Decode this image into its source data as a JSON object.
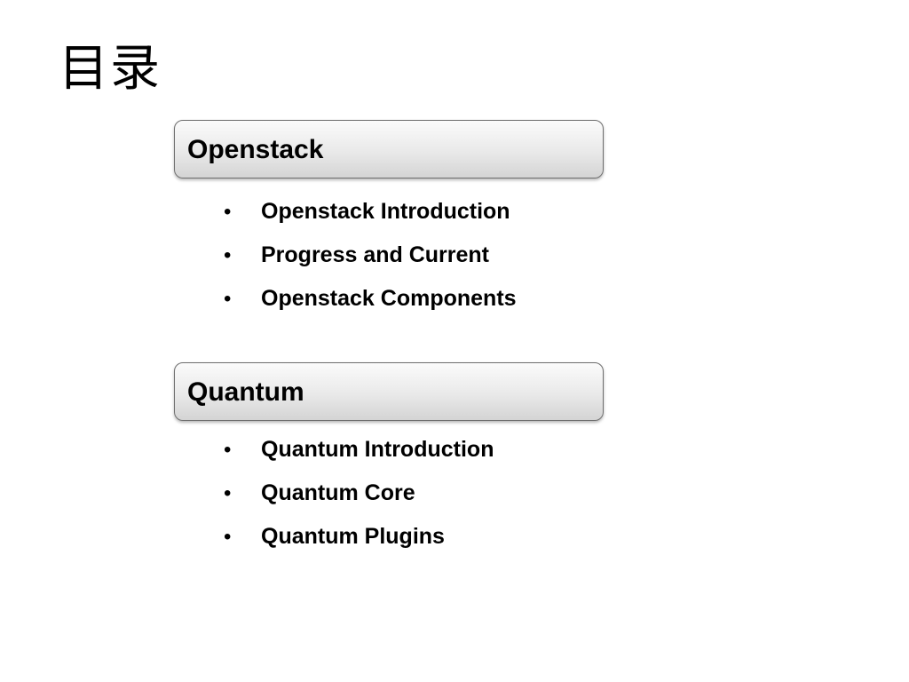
{
  "slide": {
    "title": "目录",
    "sections": [
      {
        "heading": "Openstack",
        "items": [
          "Openstack Introduction",
          "Progress and Current",
          "Openstack Components"
        ]
      },
      {
        "heading": "Quantum",
        "items": [
          "Quantum Introduction",
          "Quantum Core",
          "Quantum Plugins"
        ]
      }
    ],
    "bullet_glyph": "•"
  }
}
